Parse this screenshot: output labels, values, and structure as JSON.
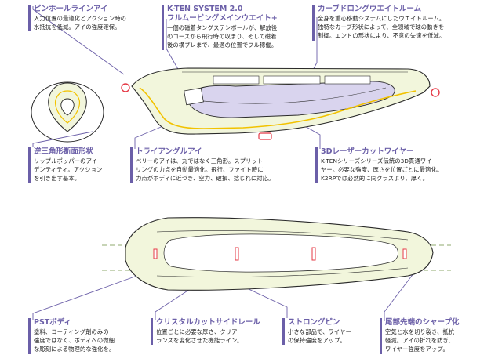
{
  "colors": {
    "accent": "#6b5fa8",
    "core_fill": "#d9d4ee",
    "body_fill": "#f2f6dc",
    "wire": "#f2c200",
    "ring": "#e53946",
    "outline": "#2a2a2a"
  },
  "annotations": {
    "pinhole": {
      "title": "ピンホールラインアイ",
      "desc": "入力位置の最適化とアクション時の\n水抵抗を低減。アイの強度確保。"
    },
    "kten": {
      "title": "K-TEN SYSTEM 2.0\nフルムービングメインウエイト+",
      "desc": "一個の磁着タングステンボールが、解放後\nのコースから飛行時の収まり、そして磁着\n後の横ブレまで、最適の位置でフル稼働。"
    },
    "curved": {
      "title": "カーブドロングウエイトルーム",
      "desc": "全身を重心移動システムにしたウエイトルーム。\n独特なカーブ形状によって、全領域で球の動きを\n制御。エンドの形状により、不意の失速を低減。"
    },
    "triangle_section": {
      "title": "逆三角形断面形状",
      "desc": "リップルポッパーのアイ\nデンティティ。アクション\nを引き出す基本。"
    },
    "triangle_eye": {
      "title": "トライアングルアイ",
      "desc": "ベリーのアイは、丸ではなく三角形。スプリット\nリングの力点を自動最適化。飛行、ファイト時に\n力点がボディに近づき、空力、破損、捻じれに対応。"
    },
    "wire3d": {
      "title": "3Dレーザーカットワイヤー",
      "desc": "K-TENシリーズシリーズ伝統の3D貫通ワイ\nヤー。必要な強度、厚さを位置ごとに最適化。\nK2RPでは必然的に同クラスより、厚く。"
    },
    "pst": {
      "title": "PSTボディ",
      "desc": "塗料、コーティング剤のみの\n強度ではなく、ボディへの微細\nな彫刻による物理的な強化を。"
    },
    "crystal": {
      "title": "クリスタルカットサイドレール",
      "desc": "位置ごとに必要な厚さ、クリア\nランスを変化させた機能ライン。"
    },
    "strongpin": {
      "title": "ストロングピン",
      "desc": "小さな部品で、ワイヤー\nの保持強度をアップ。"
    },
    "tail": {
      "title": "尾部先端のシャープ化",
      "desc": "空気と水を切り裂き、抵抗\n軽減。アイの折れを防ぎ、\nワイヤー強度をアップ。"
    }
  }
}
